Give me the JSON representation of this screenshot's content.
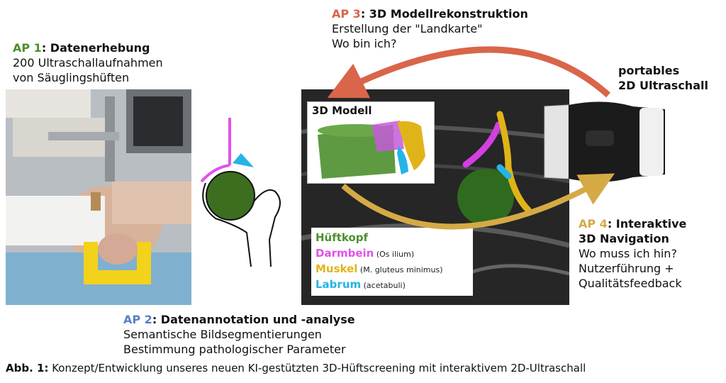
{
  "ap1": {
    "prefix": "AP 1",
    "title": ": Datenerhebung",
    "line1": "200 Ultraschallaufnahmen",
    "line2": "von Säuglingshüften"
  },
  "ap2": {
    "prefix": "AP 2",
    "title": ": Datenannotation und -analyse",
    "line1": "Semantische Bildsegmentierungen",
    "line2": "Bestimmung pathologischer Parameter"
  },
  "ap3": {
    "prefix": "AP 3",
    "title": ": 3D Modellrekonstruktion",
    "line1": "Erstellung der \"Landkarte\"",
    "line2": "Wo bin ich?"
  },
  "ap4": {
    "prefix": "AP 4",
    "title": ": Interaktive",
    "title2": "3D Navigation",
    "line1": "Wo muss ich hin?",
    "line2": "Nutzerführung +",
    "line3": "Qualitätsfeedback"
  },
  "device": {
    "line1": "portables",
    "line2": "2D Ultraschall"
  },
  "model": {
    "title": "3D Modell"
  },
  "legend": [
    {
      "label": "Hüftkopf",
      "note": "",
      "color": "#4c8f2e"
    },
    {
      "label": "Darmbein",
      "note": " (Os ilium)",
      "color": "#e052e8"
    },
    {
      "label": "Muskel",
      "note": " (M. gluteus minimus)",
      "color": "#e0b419"
    },
    {
      "label": "Labrum",
      "note": " (acetabuli)",
      "color": "#25b4e6"
    }
  ],
  "caption": {
    "prefix": "Abb. 1:",
    "text": " Konzept/Entwicklung unseres neuen KI-gestützten 3D-Hüftscreening mit interaktivem 2D-Ultraschall"
  },
  "colors": {
    "ap1": "#4c8f2e",
    "ap2": "#5a7fc2",
    "ap3": "#d9654a",
    "ap4": "#d5aa45",
    "head": "#3d6e1f",
    "ilium": "#e052e8",
    "muscle": "#e0b419",
    "labrum": "#25b4e6"
  }
}
